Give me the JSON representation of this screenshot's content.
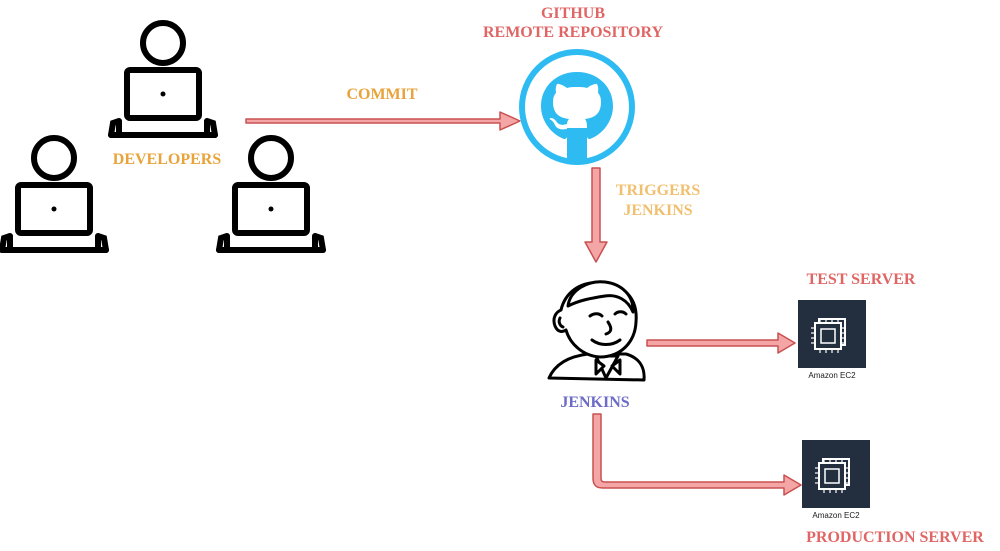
{
  "colors": {
    "developers": "#e8a33a",
    "commit": "#e8a33a",
    "github": "#e06666",
    "triggers": "#f0c070",
    "jenkins_label": "#6c6cc8",
    "servers": "#e06666",
    "arrow_fill": "#f4a6a6",
    "arrow_stroke": "#c85050",
    "github_blue": "#2ebbf2",
    "ec2_bg": "#232f3e"
  },
  "labels": {
    "developers": "DEVELOPERS",
    "commit": "COMMIT",
    "github_line1": "GITHUB",
    "github_line2": "REMOTE REPOSITORY",
    "triggers_line1": "TRIGGERS",
    "triggers_line2": "JENKINS",
    "jenkins": "JENKINS",
    "test_server": "TEST SERVER",
    "production_server": "PRODUCTION SERVER",
    "ec2_test": "Amazon EC2",
    "ec2_prod": "Amazon EC2"
  },
  "icons": {
    "developer": "developer-laptop-icon",
    "github": "github-octocat-icon",
    "jenkins": "jenkins-butler-icon",
    "ec2": "amazon-ec2-icon"
  }
}
